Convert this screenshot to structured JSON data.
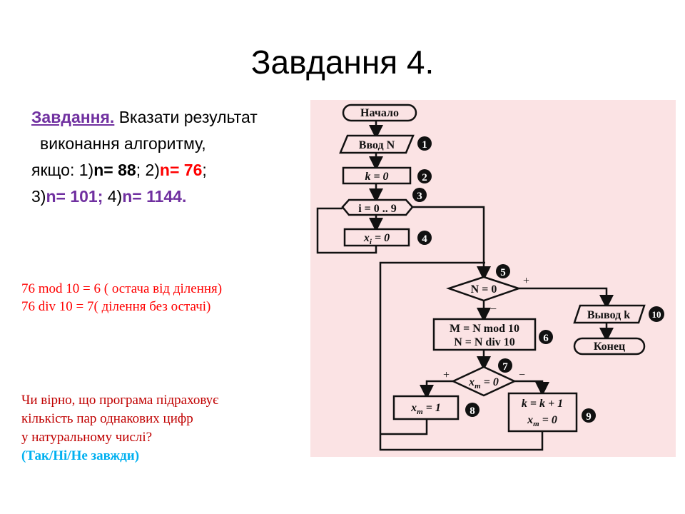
{
  "slide": {
    "title": "Завдання 4."
  },
  "task": {
    "label": "Завдання.",
    "text1": " Вказати результат",
    "text2": "виконання алгоритму,",
    "text3a": "якщо:   1)",
    "n1": "n= 88",
    "sep1": ";  2)",
    "n2": "n= 76",
    "sep2": ";",
    "text4a": "3)",
    "n3": "n= 101;",
    "sep3": "  4)",
    "n4": "n= 1144."
  },
  "notes": {
    "mod_line": "76 mod 10 = 6 ( остача від ділення)",
    "div_line": "76 div 10 = 7( ділення без остачі)"
  },
  "question": {
    "line1": "Чи вірно, що  програма підраховує",
    "line2": "кількість пар однакових цифр",
    "line3": "у натуральному  числі?",
    "answer": "(Так/Ні/Не завжди)"
  },
  "flowchart": {
    "start": "Начало",
    "input": "Ввод N",
    "init_k": "k = 0",
    "loop": "i = 0 .. 9",
    "init_x": "x",
    "init_x_sub": "i",
    "init_x_rest": " = 0",
    "cond1": "N = 0",
    "split1": "M = N mod 10",
    "split2": "N = N div 10",
    "cond2": "x",
    "cond2_sub": "m",
    "cond2_rest": " = 0",
    "set_x": "x",
    "set_x_sub": "m",
    "set_x_rest": " = 1",
    "inc_k": "k = k + 1",
    "reset_x": "x",
    "reset_x_sub": "m",
    "reset_x_rest": " = 0",
    "output": "Вывод k",
    "end": "Конец",
    "plus": "+",
    "minus": "−",
    "steps": [
      "1",
      "2",
      "3",
      "4",
      "5",
      "6",
      "7",
      "8",
      "9",
      "10"
    ]
  }
}
